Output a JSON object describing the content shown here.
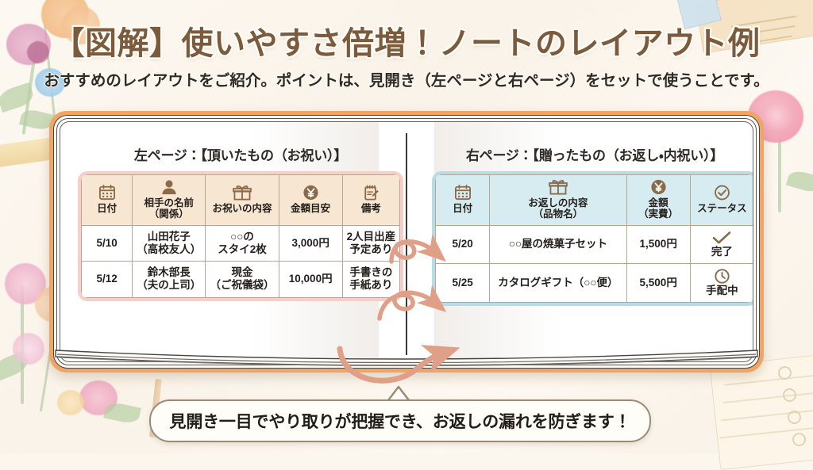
{
  "header": {
    "title": "【図解】使いやすさ倍増！ノートのレイアウト例",
    "subtitle": "おすすめのレイアウトをご紹介。ポイントは、見開き（左ページと右ページ）をセットで使うことです。"
  },
  "notebook": {
    "left_page": {
      "heading": "左ページ：【頂いたもの（お祝い）】",
      "accent_color": "#f6cfc9",
      "header_fill": "#f7e6d2",
      "columns": [
        {
          "icon": "calendar-icon",
          "label": "日付"
        },
        {
          "icon": "person-icon",
          "label": "相手の名前\n（関係）"
        },
        {
          "icon": "gift-icon",
          "label": "お祝いの内容"
        },
        {
          "icon": "yen-coin-icon",
          "label": "金額目安"
        },
        {
          "icon": "memo-pencil-icon",
          "label": "備考"
        }
      ],
      "rows": [
        {
          "date": "5/10",
          "name": "山田花子\n（高校友人）",
          "content": "○○の\nスタイ2枚",
          "amount": "3,000円",
          "note": "2人目出産\n予定あり"
        },
        {
          "date": "5/12",
          "name": "鈴木部長\n（夫の上司）",
          "content": "現金\n（ご祝儀袋）",
          "amount": "10,000円",
          "note": "手書きの\n手紙あり"
        }
      ]
    },
    "right_page": {
      "heading": "右ページ：【贈ったもの（お返し・内祝い）】",
      "accent_color": "#b9dce4",
      "header_fill": "#d7ecf1",
      "columns": [
        {
          "icon": "calendar-icon",
          "label": "日付"
        },
        {
          "icon": "gift-icon",
          "label": "お返しの内容\n（品物名）"
        },
        {
          "icon": "yen-coin-icon",
          "label": "金額\n（実費）"
        },
        {
          "icon": "check-circle-icon",
          "label": "ステータス"
        }
      ],
      "rows": [
        {
          "date": "5/20",
          "content": "○○屋の焼菓子セット",
          "amount": "1,500円",
          "status_icon": "check-icon",
          "status": "完了"
        },
        {
          "date": "5/25",
          "content": "カタログギフト（○○便）",
          "amount": "5,500円",
          "status_icon": "clock-icon",
          "status": "手配中"
        }
      ]
    },
    "cover_color": "#f0a565"
  },
  "callout": {
    "text": "見開き一目でやり取りが把握でき、お返しの漏れを防ぎます！"
  },
  "colors": {
    "title": "#7c5a3c",
    "arrow": "#e0a087",
    "icon_brown": "#8b6a4a",
    "background": "#fbf6ee"
  }
}
